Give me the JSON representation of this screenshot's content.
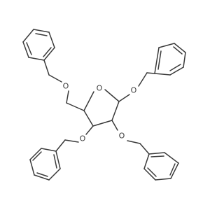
{
  "molecule": {
    "atoms": {
      "ring_oxygen": "O",
      "ether_o_ch2": "O",
      "ether_o_c1": "O",
      "ether_o_c3": "O",
      "ether_o_c2": "O"
    },
    "colors": {
      "bond": "#3a3a3a",
      "text": "#3a3a3a",
      "background": "#ffffff"
    }
  }
}
